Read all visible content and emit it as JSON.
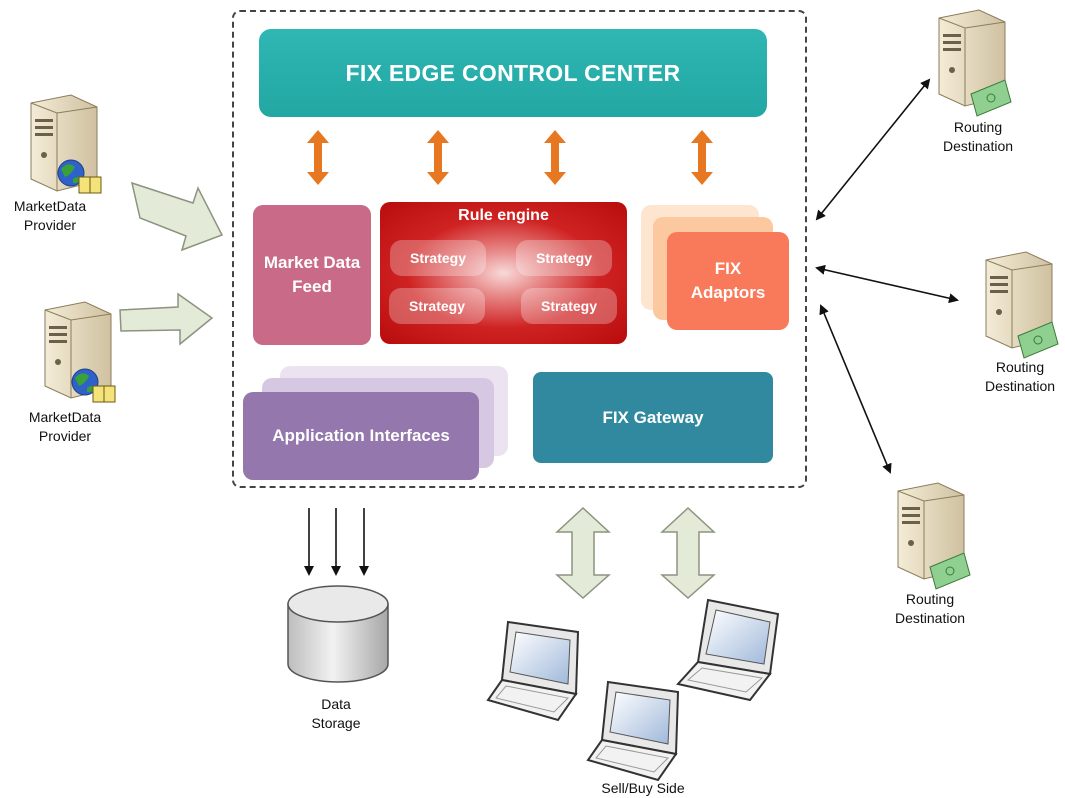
{
  "control_center": {
    "label": "FIX EDGE CONTROL CENTER"
  },
  "market_data_feed": {
    "line1": "Market Data",
    "line2": "Feed"
  },
  "rule_engine": {
    "title": "Rule engine",
    "strategies": [
      "Strategy",
      "Strategy",
      "Strategy",
      "Strategy"
    ]
  },
  "fix_adaptors": {
    "line1": "FIX",
    "line2": "Adaptors"
  },
  "application_interfaces": {
    "label": "Application Interfaces"
  },
  "fix_gateway": {
    "label": "FIX Gateway"
  },
  "providers": [
    {
      "line1": "MarketData",
      "line2": "Provider"
    },
    {
      "line1": "MarketData",
      "line2": "Provider"
    }
  ],
  "routing_destinations": [
    {
      "line1": "Routing",
      "line2": "Destination"
    },
    {
      "line1": "Routing",
      "line2": "Destination"
    },
    {
      "line1": "Routing",
      "line2": "Destination"
    }
  ],
  "data_storage": {
    "line1": "Data",
    "line2": "Storage"
  },
  "sell_buy_side": {
    "label": "Sell/Buy Side"
  },
  "colors": {
    "control_center": "#2aafab",
    "market_data_feed": "#c86a88",
    "rule_engine": "#c4161c",
    "fix_adaptors": "#f97a5a",
    "application_interfaces": "#9377ad",
    "fix_gateway": "#30899f",
    "orange_arrow": "#e87722",
    "big_arrow": "#e3ead7"
  }
}
